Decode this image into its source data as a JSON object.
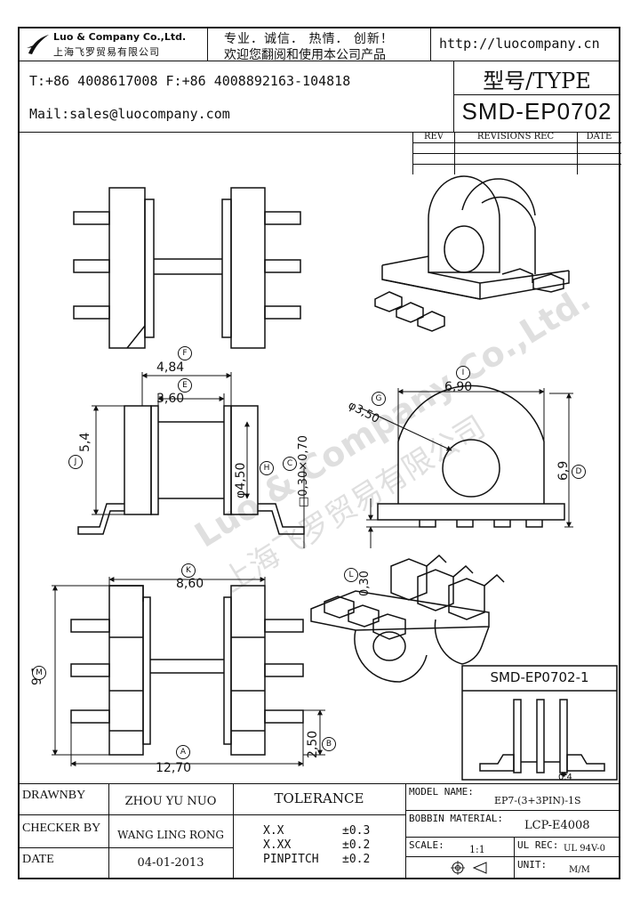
{
  "header": {
    "company_en": "Luo & Company Co.,Ltd.",
    "company_cn": "上海飞罗贸易有限公司",
    "slogan_line1": "专业．诚信．  热情．  创新！",
    "slogan_line2": "欢迎您翻阅和使用本公司产品",
    "url": "http://luocompany.cn",
    "phone": "T:+86 4008617008 F:+86 4008892163-104818",
    "mail": "Mail:sales@luocompany.com",
    "type_label": "型号/TYPE",
    "model": "SMD-EP0702"
  },
  "revisions": {
    "col_rev": "REV",
    "col_desc": "REVISIONS REC",
    "col_date": "DATE"
  },
  "watermark": {
    "en": "Luo & Company Co.,Ltd.",
    "cn": "上海飞罗贸易有限公司"
  },
  "dimensions": {
    "F": "4,84",
    "E": "3,60",
    "J": "5,4",
    "H": "φ4,50",
    "C": "□0,30×0,70",
    "I": "6,90",
    "G": "φ3,50",
    "D": "6,9",
    "L": "0,30",
    "K": "8,60",
    "M": "9,1",
    "B": "2,50",
    "A": "12,70",
    "pitch": "0.4"
  },
  "circled": {
    "F": "F",
    "E": "E",
    "J": "J",
    "H": "H",
    "C": "C",
    "I": "I",
    "G": "G",
    "D": "D",
    "L": "L",
    "K": "K",
    "M": "M",
    "B": "B",
    "A": "A"
  },
  "detail_title": "SMD-EP0702-1",
  "title_block": {
    "drawnby_label": "DRAWNBY",
    "drawnby_value": "ZHOU YU NUO",
    "checker_label": "CHECKER BY",
    "checker_value": "WANG LING RONG",
    "date_label": "DATE",
    "date_value": "04-01-2013",
    "tolerance_label": "TOLERANCE",
    "tol_xx_label": "X.X",
    "tol_xx_value": "±0.3",
    "tol_xxx_label": "X.XX",
    "tol_xxx_value": "±0.2",
    "tol_pin_label": "PINPITCH",
    "tol_pin_value": "±0.2",
    "model_name_label": "MODEL NAME:",
    "model_name_value": "EP7-(3+3PIN)-1S",
    "bobbin_label": "BOBBIN MATERIAL:",
    "bobbin_value": "LCP-E4008",
    "scale_label": "SCALE:",
    "scale_value": "1:1",
    "ulrec_label": "UL REC:",
    "ulrec_value": "UL 94V-0",
    "unit_label": "UNIT:",
    "unit_value": "M/M"
  }
}
